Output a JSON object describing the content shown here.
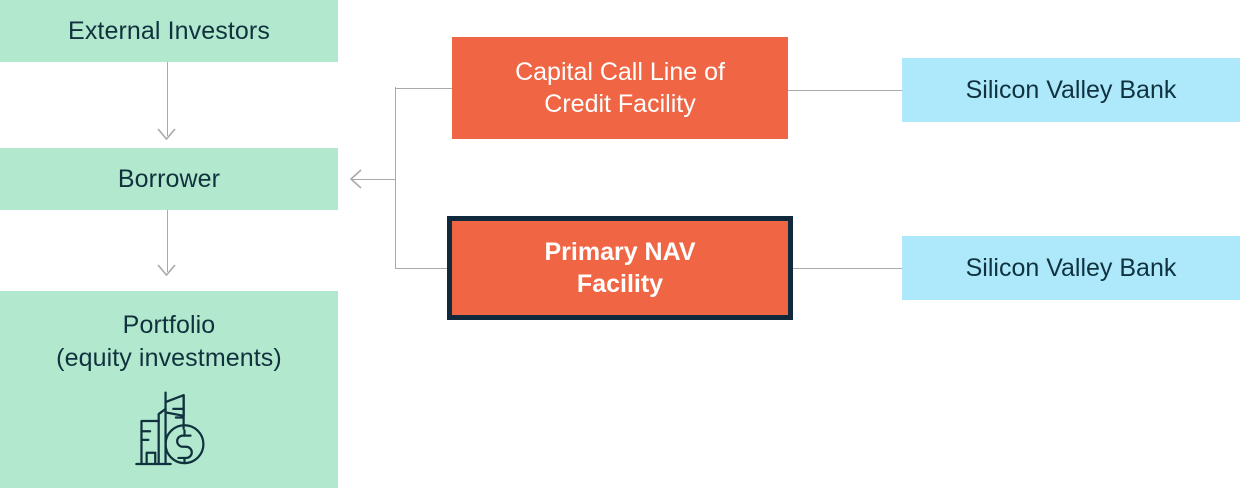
{
  "diagram": {
    "type": "flow-diagram",
    "title": "",
    "colors": {
      "green_fill": "#b2e8cd",
      "orange_fill": "#f06645",
      "blue_fill": "#ade9fb",
      "dark_navy": "#10293d",
      "text_dark": "#10323f",
      "text_light": "#ffffff",
      "connector_gray": "#a9aaac",
      "background": "#ffffff"
    },
    "left_column": [
      {
        "id": "external-investors",
        "label": "External Investors",
        "fill": "green"
      },
      {
        "id": "borrower",
        "label": "Borrower",
        "fill": "green"
      },
      {
        "id": "portfolio",
        "label": "Portfolio\n(equity investments)",
        "fill": "green",
        "icon": "building-dollar-icon"
      }
    ],
    "middle_column": [
      {
        "id": "capital-call",
        "label": "Capital Call Line of\nCredit Facility",
        "fill": "orange",
        "emphasis": false
      },
      {
        "id": "primary-nav",
        "label": "Primary NAV\nFacility",
        "fill": "orange",
        "emphasis": true
      }
    ],
    "right_column": [
      {
        "id": "svb-top",
        "label": "Silicon Valley Bank",
        "fill": "blue"
      },
      {
        "id": "svb-bottom",
        "label": "Silicon Valley Bank",
        "fill": "blue"
      }
    ],
    "connectors": [
      {
        "id": "investors-to-borrower",
        "from": "external-investors",
        "to": "borrower",
        "direction": "down",
        "arrowhead": true
      },
      {
        "id": "borrower-to-portfolio",
        "from": "borrower",
        "to": "portfolio",
        "direction": "down",
        "arrowhead": true
      },
      {
        "id": "capital-call-to-borrower",
        "from": "capital-call",
        "to": "borrower",
        "direction": "left",
        "arrowhead": true
      },
      {
        "id": "primary-nav-to-borrower",
        "from": "primary-nav",
        "to": "borrower",
        "direction": "left",
        "arrowhead": true
      },
      {
        "id": "capital-call-to-svb-top",
        "from": "capital-call",
        "to": "svb-top",
        "direction": "right",
        "arrowhead": false
      },
      {
        "id": "primary-nav-to-svb-bottom",
        "from": "primary-nav",
        "to": "svb-bottom",
        "direction": "right",
        "arrowhead": false
      }
    ]
  }
}
